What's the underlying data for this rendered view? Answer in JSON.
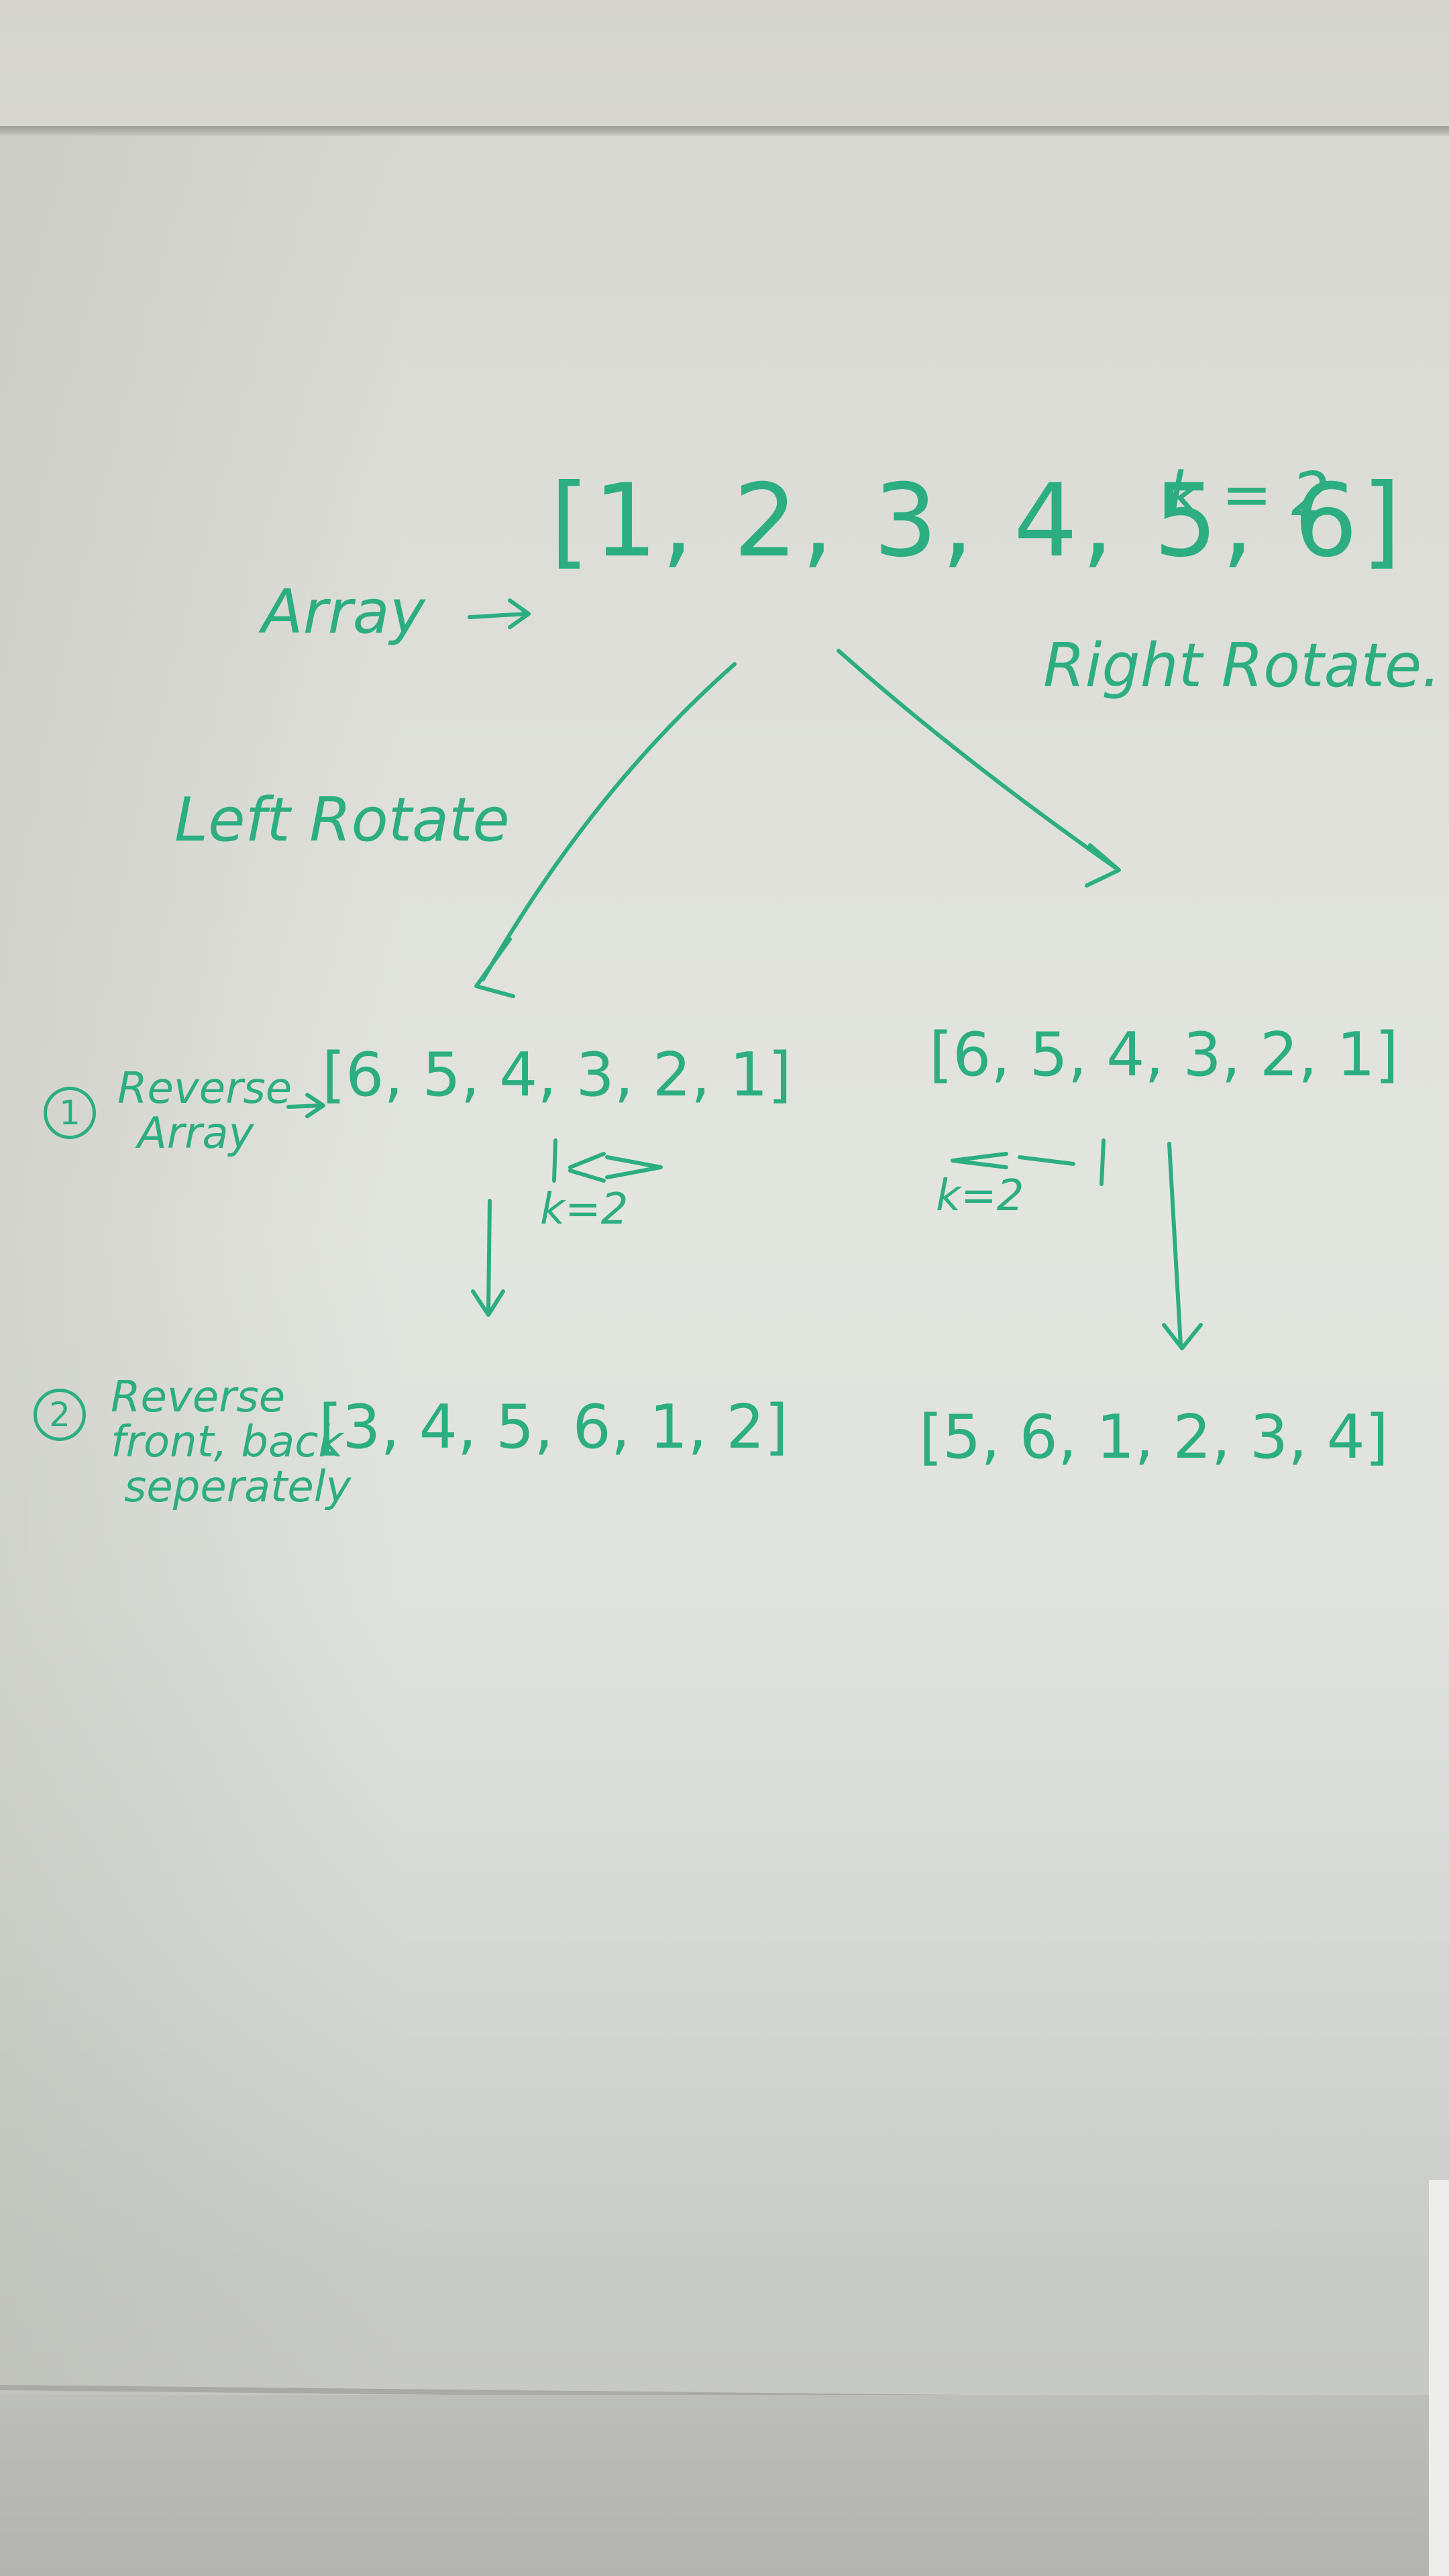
{
  "ink_color": "#2cae82",
  "board": {
    "top_row": {
      "array_label": "Array",
      "array": "[1, 2, 3, 4, 5, 6]",
      "k": "k = 2"
    },
    "left_title": "Left Rotate",
    "right_title": "Right Rotate.",
    "step1": {
      "number": "1",
      "label_line1": "Reverse",
      "label_line2": "Array",
      "array": "[6, 5, 4, 3, 2, 1]",
      "k": "k=2"
    },
    "step2": {
      "number": "2",
      "label_line1": "Reverse",
      "label_line2": "front, back",
      "label_line3": "seperately",
      "array": "[3, 4, 5, 6, 1, 2]"
    },
    "right_step1": {
      "array": "[6, 5, 4, 3, 2, 1]",
      "k": "k=2"
    },
    "right_step2": {
      "array": "[5, 6, 1, 2, 3, 4]"
    }
  }
}
